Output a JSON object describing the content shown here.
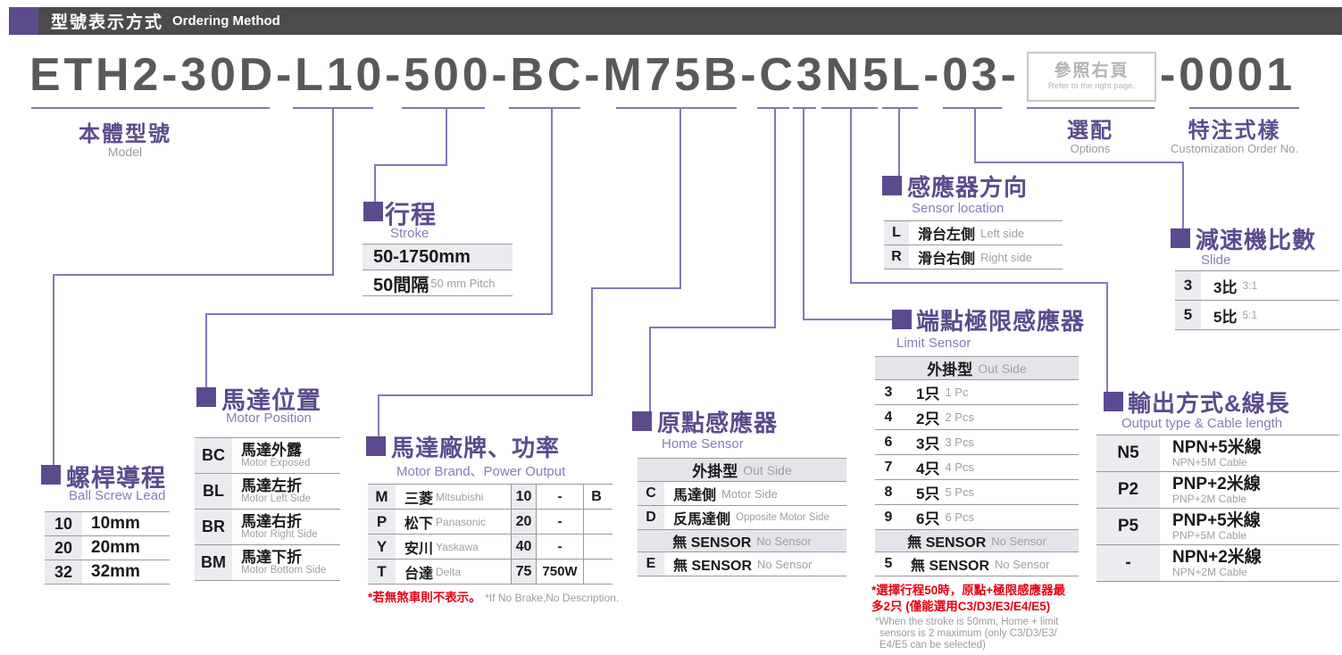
{
  "header": {
    "title_zh": "型號表示方式",
    "title_en": "Ordering Method"
  },
  "model": {
    "code_main": "ETH2-30D-L10-500-BC-M75B-C3N5L-03-",
    "code_tail": "-0001",
    "ref_box_zh": "參照右頁",
    "ref_box_en": "Refer to the right page."
  },
  "labels": {
    "model": {
      "zh": "本體型號",
      "en": "Model"
    },
    "options": {
      "zh": "選配",
      "en": "Options"
    },
    "custom": {
      "zh": "特注式樣",
      "en": "Customization Order No."
    }
  },
  "colors": {
    "accent_purple": "#5b4b8e",
    "line_purple": "#8577b8",
    "header_bar": "#4b4b4d",
    "model_gray": "#59595b",
    "note_red": "#e60012",
    "text_gray": "#9b9b9d"
  },
  "sections": {
    "ball_screw_lead": {
      "title_zh": "螺桿導程",
      "title_en": "Ball Screw Lead",
      "rows": [
        {
          "code": "10",
          "desc": "10mm"
        },
        {
          "code": "20",
          "desc": "20mm"
        },
        {
          "code": "32",
          "desc": "32mm"
        }
      ]
    },
    "stroke": {
      "title_zh": "行程",
      "title_en": "Stroke",
      "row1": "50-1750mm",
      "row2_zh": "50間隔",
      "row2_en": "50 mm Pitch"
    },
    "motor_position": {
      "title_zh": "馬達位置",
      "title_en": "Motor Position",
      "rows": [
        {
          "code": "BC",
          "zh": "馬達外露",
          "en": "Motor Exposed"
        },
        {
          "code": "BL",
          "zh": "馬達左折",
          "en": "Motor Left Side"
        },
        {
          "code": "BR",
          "zh": "馬達右折",
          "en": "Motor Right Side"
        },
        {
          "code": "BM",
          "zh": "馬達下折",
          "en": "Motor Bottom Side"
        }
      ]
    },
    "motor_brand": {
      "title_zh": "馬達廠牌、功率",
      "title_en": "Motor Brand、Power Output",
      "rows": [
        {
          "code": "M",
          "brand_zh": "三菱",
          "brand_en": "Mitsubishi",
          "power": "10",
          "power_desc": "-",
          "brake": "B"
        },
        {
          "code": "P",
          "brand_zh": "松下",
          "brand_en": "Panasonic",
          "power": "20",
          "power_desc": "-",
          "brake": ""
        },
        {
          "code": "Y",
          "brand_zh": "安川",
          "brand_en": "Yaskawa",
          "power": "40",
          "power_desc": "-",
          "brake": ""
        },
        {
          "code": "T",
          "brand_zh": "台達",
          "brand_en": "Delta",
          "power": "75",
          "power_desc": "750W",
          "brake": ""
        }
      ],
      "note_red": "*若無煞車則不表示。",
      "note_gray": "*If No Brake,No Description."
    },
    "home_sensor": {
      "title_zh": "原點感應器",
      "title_en": "Home Sensor",
      "group1_zh": "外掛型",
      "group1_en": "Out Side",
      "rows1": [
        {
          "code": "C",
          "zh": "馬達側",
          "en": "Motor Side"
        },
        {
          "code": "D",
          "zh": "反馬達側",
          "en": "Opposite Motor Side"
        }
      ],
      "group2_zh": "無 SENSOR",
      "group2_en": "No Sensor",
      "rows2": [
        {
          "code": "E",
          "zh": "無 SENSOR",
          "en": "No Sensor"
        }
      ]
    },
    "sensor_location": {
      "title_zh": "感應器方向",
      "title_en": "Sensor location",
      "rows": [
        {
          "code": "L",
          "zh": "滑台左側",
          "en": "Left side"
        },
        {
          "code": "R",
          "zh": "滑台右側",
          "en": "Right side"
        }
      ]
    },
    "limit_sensor": {
      "title_zh": "端點極限感應器",
      "title_en": "Limit Sensor",
      "group1_zh": "外掛型",
      "group1_en": "Out Side",
      "rows1": [
        {
          "code": "3",
          "zh": "1只",
          "en": "1 Pc"
        },
        {
          "code": "4",
          "zh": "2只",
          "en": "2 Pcs"
        },
        {
          "code": "6",
          "zh": "3只",
          "en": "3 Pcs"
        },
        {
          "code": "7",
          "zh": "4只",
          "en": "4 Pcs"
        },
        {
          "code": "8",
          "zh": "5只",
          "en": "5 Pcs"
        },
        {
          "code": "9",
          "zh": "6只",
          "en": "6 Pcs"
        }
      ],
      "group2_zh": "無 SENSOR",
      "group2_en": "No Sensor",
      "rows2": [
        {
          "code": "5",
          "zh": "無 SENSOR",
          "en": "No Sensor"
        }
      ],
      "note_red_1": "*選擇行程50時，原點+極限感應器最",
      "note_red_2": "多2只 (僅能選用C3/D3/E3/E4/E5)",
      "note_gray_1": "*When the stroke is 50mm, Home + limit",
      "note_gray_2": "sensors is 2 maximum (only C3/D3/E3/",
      "note_gray_3": "E4/E5 can be selected)"
    },
    "output_type": {
      "title_zh": "輸出方式&線長",
      "title_en": "Output type & Cable length",
      "rows": [
        {
          "code": "N5",
          "main": "NPN+5米線",
          "sub": "NPN+5M Cable"
        },
        {
          "code": "P2",
          "main": "PNP+2米線",
          "sub": "PNP+2M Cable"
        },
        {
          "code": "P5",
          "main": "PNP+5米線",
          "sub": "PNP+5M Cable"
        },
        {
          "code": "-",
          "main": "NPN+2米線",
          "sub": "NPN+2M Cable"
        }
      ]
    },
    "slide": {
      "title_zh": "減速機比數",
      "title_en": "Slide",
      "rows": [
        {
          "code": "3",
          "main": "3比",
          "sub": "3:1"
        },
        {
          "code": "5",
          "main": "5比",
          "sub": "5:1"
        }
      ]
    }
  }
}
